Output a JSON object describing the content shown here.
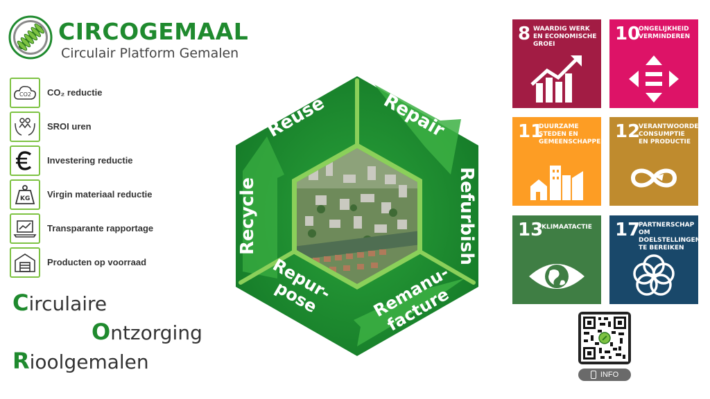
{
  "logo": {
    "title": "CIRCOGEMAAL",
    "subtitle": "Circulair Platform Gemalen",
    "icon": "pump-screw-icon"
  },
  "features": [
    {
      "label": "CO₂ reductie",
      "icon": "co2-cloud-icon"
    },
    {
      "label": "SROI uren",
      "icon": "people-hands-icon"
    },
    {
      "label": "Investering reductie",
      "icon": "euro-icon"
    },
    {
      "label": "Virgin materiaal reductie",
      "icon": "kg-weight-icon"
    },
    {
      "label": "Transparante rapportage",
      "icon": "report-laptop-icon"
    },
    {
      "label": "Producten op voorraad",
      "icon": "warehouse-icon"
    }
  ],
  "tagline": [
    {
      "first": "C",
      "rest": "irculaire"
    },
    {
      "first": "O",
      "rest": "ntzorging"
    },
    {
      "first": "R",
      "rest": "ioolgemalen"
    }
  ],
  "hexagon": {
    "segments": {
      "reuse": "Reuse",
      "repair": "Repair",
      "refurbish": "Refurbish",
      "remanufacture_1": "Remanu-",
      "remanufacture_2": "facture",
      "repurpose_1": "Repur-",
      "repurpose_2": "pose",
      "recycle": "Recycle"
    },
    "center_image": "aerial-city-photo",
    "colors": {
      "dark": "#1c7a2c",
      "mid": "#2e9e3a",
      "light": "#6fc043",
      "arrow": "#3cb043"
    }
  },
  "sdgs": [
    {
      "id": "sdg8",
      "number": "8",
      "text": "WAARDIG WERK\nEN ECONOMISCHE\nGROEI",
      "icon": "growth-chart-icon",
      "color": "#a21c44"
    },
    {
      "id": "sdg10",
      "number": "10",
      "text": "ONGELIJKHEID\nVERMINDEREN",
      "icon": "equality-arrows-icon",
      "color": "#dd1367"
    },
    {
      "id": "sdg11",
      "number": "11",
      "text": "DUURZAME\nSTEDEN EN\nGEMEENSCHAPPEN",
      "icon": "city-buildings-icon",
      "color": "#fd9d24"
    },
    {
      "id": "sdg12",
      "number": "12",
      "text": "VERANTWOORDE\nCONSUMPTIE\nEN PRODUCTIE",
      "icon": "infinity-loop-icon",
      "color": "#bf8b2e"
    },
    {
      "id": "sdg13",
      "number": "13",
      "text": "KLIMAATACTIE",
      "icon": "eye-earth-icon",
      "color": "#3f7e44"
    },
    {
      "id": "sdg17",
      "number": "17",
      "text": "PARTNERSCHAP OM\nDOELSTELLINGEN\nTE BEREIKEN",
      "icon": "partnership-rings-icon",
      "color": "#19486a"
    }
  ],
  "qr": {
    "icon": "qr-code-icon"
  },
  "info_button": {
    "label": "INFO",
    "icon": "phone-icon"
  }
}
